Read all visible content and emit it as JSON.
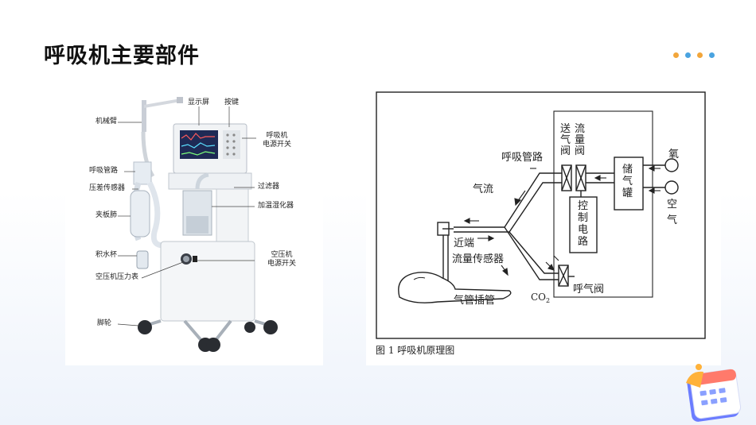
{
  "title": "呼吸机主要部件",
  "accent_colors": [
    "#f2a63b",
    "#4aa3e0",
    "#f2a63b",
    "#4aa3e0"
  ],
  "photo_labels": {
    "arm": "机械臂",
    "display": "显示屏",
    "buttons": "按键",
    "power_switch": "呼吸机\n电源开关",
    "tubing": "呼吸管路",
    "pressure_sensor": "压差传感器",
    "filter": "过滤器",
    "humidifier": "加温湿化器",
    "test_lung": "夹板肺",
    "water_cup": "积水杯",
    "compressor_switch": "空压机\n电源开关",
    "compressor_gauge": "空压机压力表",
    "casters": "脚轮"
  },
  "diagram": {
    "supply_valve": "送\n气\n阀",
    "flow_valve": "流\n量\n阀",
    "tubing": "呼吸管路",
    "airflow": "气流",
    "control_circuit": "控\n制\n电\n路",
    "reservoir": "储\n气\n罐",
    "oxygen": "氧",
    "air": "空\n气",
    "proximal": "近端",
    "flow_sensor": "流量传感器",
    "exhale_valve": "呼气阀",
    "co2": "CO",
    "co2_sub": "2",
    "intubation": "气管插管",
    "caption": "图 1  呼吸机原理图"
  }
}
